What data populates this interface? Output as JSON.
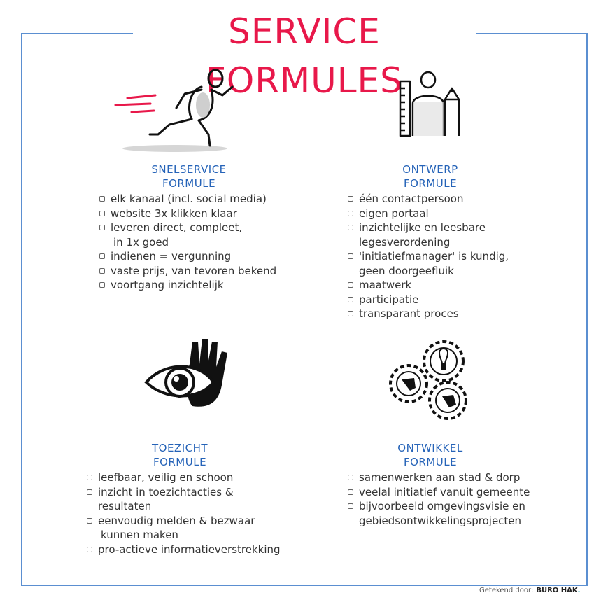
{
  "title": "SERVICE FORMULES",
  "credit": {
    "prefix": "Getekend door:",
    "brand": "BURO HAK",
    "dot": "."
  },
  "colors": {
    "title": "#e8184a",
    "heading": "#2563b8",
    "frame": "#5b8fd1"
  },
  "sections": [
    {
      "name": "SNELSERVICE",
      "subtitle": "FORMULE",
      "icon": "running-person-icon",
      "items": [
        {
          "text": "elk kanaal (incl. social media)"
        },
        {
          "text": "website 3x klikken klaar"
        },
        {
          "text": "leveren direct, compleet,",
          "cont": "in 1x goed"
        },
        {
          "text": "indienen = vergunning"
        },
        {
          "text": "vaste prijs, van tevoren bekend"
        },
        {
          "text": "voortgang inzichtelijk"
        }
      ]
    },
    {
      "name": "ONTWERP",
      "subtitle": "FORMULE",
      "icon": "ruler-person-pencil-icon",
      "items": [
        {
          "text": "één contactpersoon"
        },
        {
          "text": "eigen portaal"
        },
        {
          "text": "inzichtelijke en leesbare",
          "cont": "legesverordening"
        },
        {
          "text": "'initiatiefmanager' is kundig,",
          "cont": "geen doorgeefluik"
        },
        {
          "text": "maatwerk"
        },
        {
          "text": "participatie"
        },
        {
          "text": "transparant proces"
        }
      ]
    },
    {
      "name": "TOEZICHT",
      "subtitle": "FORMULE",
      "icon": "eye-hand-icon",
      "items": [
        {
          "text": "leefbaar, veilig en schoon"
        },
        {
          "text": "inzicht in toezichtacties &",
          "cont": "resultaten"
        },
        {
          "text": "eenvoudig melden & bezwaar",
          "cont": "kunnen maken"
        },
        {
          "text": "pro-actieve informatieverstrekking"
        }
      ]
    },
    {
      "name": "ONTWIKKEL",
      "subtitle": "FORMULE",
      "icon": "gears-lightbulbs-icon",
      "items": [
        {
          "text": "samenwerken aan stad & dorp"
        },
        {
          "text": "veelal initiatief vanuit gemeente"
        },
        {
          "text": "bijvoorbeeld omgevingsvisie en",
          "cont": "gebiedsontwikkelingsprojecten"
        }
      ]
    }
  ]
}
